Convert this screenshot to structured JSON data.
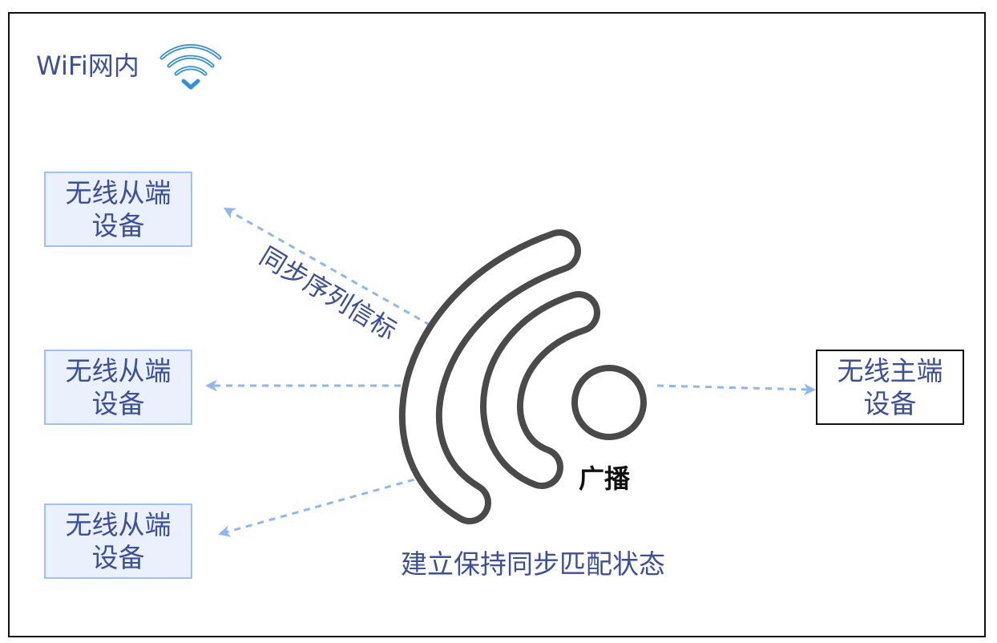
{
  "title": "WiFi网内",
  "icons": {
    "wifi": "wifi-icon",
    "broadcast": "broadcast-icon"
  },
  "slaves": [
    {
      "line1": "无线从端",
      "line2": "设备"
    },
    {
      "line1": "无线从端",
      "line2": "设备"
    },
    {
      "line1": "无线从端",
      "line2": "设备"
    }
  ],
  "master": {
    "line1": "无线主端",
    "line2": "设备"
  },
  "labels": {
    "beacon": "同步序列信标",
    "broadcast": "广播",
    "state": "建立保持同步匹配状态"
  },
  "colors": {
    "text": "#3c4f9c",
    "wifi_icon": "#2f8fe0",
    "arrow": "#8fb6f2",
    "broadcast_arc": "#4a4a4a",
    "slave_fill": "#eaf1fd",
    "slave_border": "#9dc0f6"
  }
}
